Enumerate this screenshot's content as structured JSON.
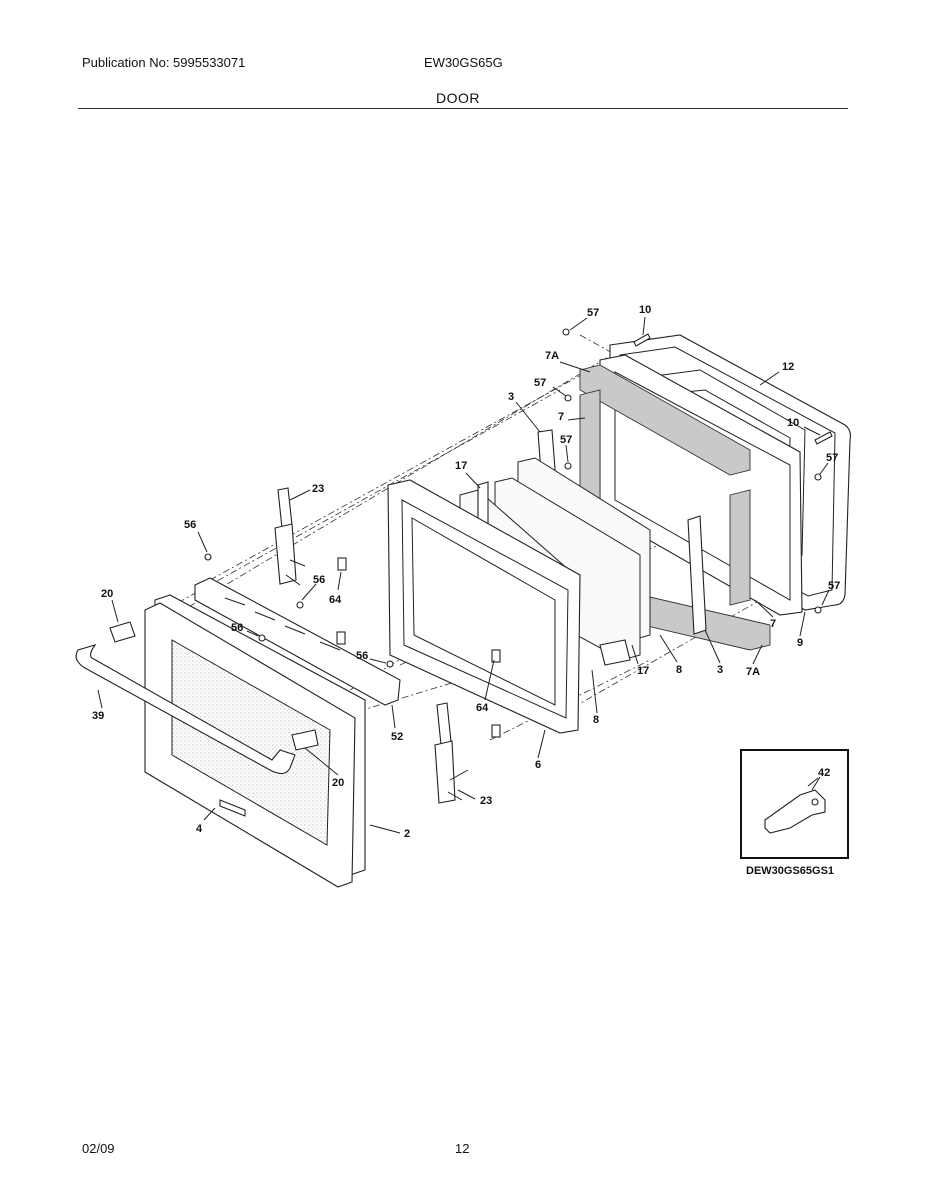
{
  "header": {
    "publication": "Publication No: 5995533071",
    "model": "EW30GS65G",
    "section": "DOOR"
  },
  "footer": {
    "date": "02/09",
    "page": "12"
  },
  "callouts": [
    {
      "id": "c57a",
      "text": "57"
    },
    {
      "id": "c10a",
      "text": "10"
    },
    {
      "id": "c7Aa",
      "text": "7A"
    },
    {
      "id": "c12",
      "text": "12"
    },
    {
      "id": "c57b",
      "text": "57"
    },
    {
      "id": "c3a",
      "text": "3"
    },
    {
      "id": "c7a",
      "text": "7"
    },
    {
      "id": "c57c",
      "text": "57"
    },
    {
      "id": "c10b",
      "text": "10"
    },
    {
      "id": "c57d",
      "text": "57"
    },
    {
      "id": "c17a",
      "text": "17"
    },
    {
      "id": "c23a",
      "text": "23"
    },
    {
      "id": "c56a",
      "text": "56"
    },
    {
      "id": "c56b",
      "text": "56"
    },
    {
      "id": "c64a",
      "text": "64"
    },
    {
      "id": "c20a",
      "text": "20"
    },
    {
      "id": "c56c",
      "text": "56"
    },
    {
      "id": "c56d",
      "text": "56"
    },
    {
      "id": "c52",
      "text": "52"
    },
    {
      "id": "c39",
      "text": "39"
    },
    {
      "id": "c20b",
      "text": "20"
    },
    {
      "id": "c4",
      "text": "4"
    },
    {
      "id": "c2",
      "text": "2"
    },
    {
      "id": "c64b",
      "text": "64"
    },
    {
      "id": "c6",
      "text": "6"
    },
    {
      "id": "c23b",
      "text": "23"
    },
    {
      "id": "c8a",
      "text": "8"
    },
    {
      "id": "c17b",
      "text": "17"
    },
    {
      "id": "c8b",
      "text": "8"
    },
    {
      "id": "c3b",
      "text": "3"
    },
    {
      "id": "c7Ab",
      "text": "7A"
    },
    {
      "id": "c9",
      "text": "9"
    },
    {
      "id": "c7b",
      "text": "7"
    },
    {
      "id": "c57e",
      "text": "57"
    },
    {
      "id": "c42",
      "text": "42"
    }
  ],
  "inset": {
    "caption": "DEW30GS65GS1"
  },
  "colors": {
    "line": "#222222",
    "foam": "#c9c9c9",
    "background": "#ffffff"
  }
}
